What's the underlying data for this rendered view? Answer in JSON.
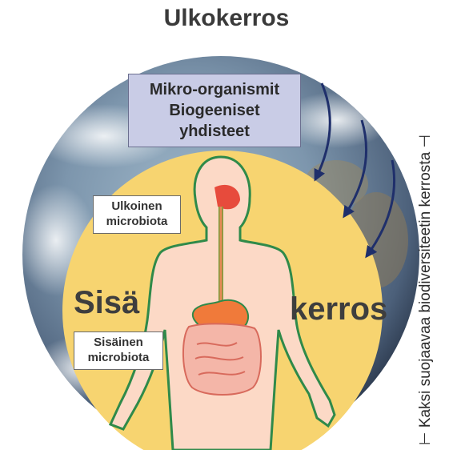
{
  "title": "Ulkokerros",
  "outer_box": {
    "line1": "Mikro-organismit",
    "line2": "Biogeeniset",
    "line3": "yhdisteet"
  },
  "outer_label": {
    "line1": "Ulkoinen",
    "line2": "microbiota"
  },
  "inner_label": {
    "line1": "Sisäinen",
    "line2": "microbiota"
  },
  "inner_word_left": "Sisä",
  "inner_word_right": "kerros",
  "side_caption": "Kaksi suojaavaa biodiversiteetin kerrosta",
  "colors": {
    "inner_circle": "#f7d470",
    "body_fill": "#fcd9c6",
    "body_outline": "#2f8a4a",
    "arrow": "#1f2f6b"
  }
}
